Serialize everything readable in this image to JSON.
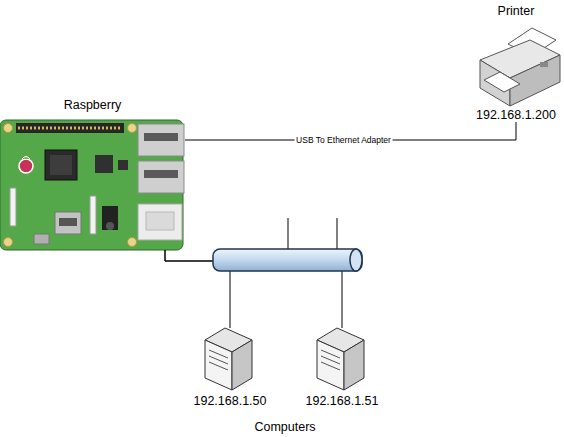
{
  "diagram": {
    "nodes": [
      {
        "text": [
          "Raspberry"
        ]
      },
      {
        "text": [
          "Printer",
          "192.168.1.200"
        ]
      },
      {
        "text": [
          "192.168.1.50"
        ]
      },
      {
        "text": [
          "192.168.1.51"
        ]
      }
    ],
    "edges": [
      {
        "from": 0,
        "to": 1,
        "arrow": "none",
        "label": "USB To Ethernet Adapter"
      },
      {
        "from": 0,
        "to": 2,
        "arrow": "none"
      },
      {
        "from": 0,
        "to": 3,
        "arrow": "none"
      }
    ],
    "labels": [
      "Computers"
    ]
  }
}
